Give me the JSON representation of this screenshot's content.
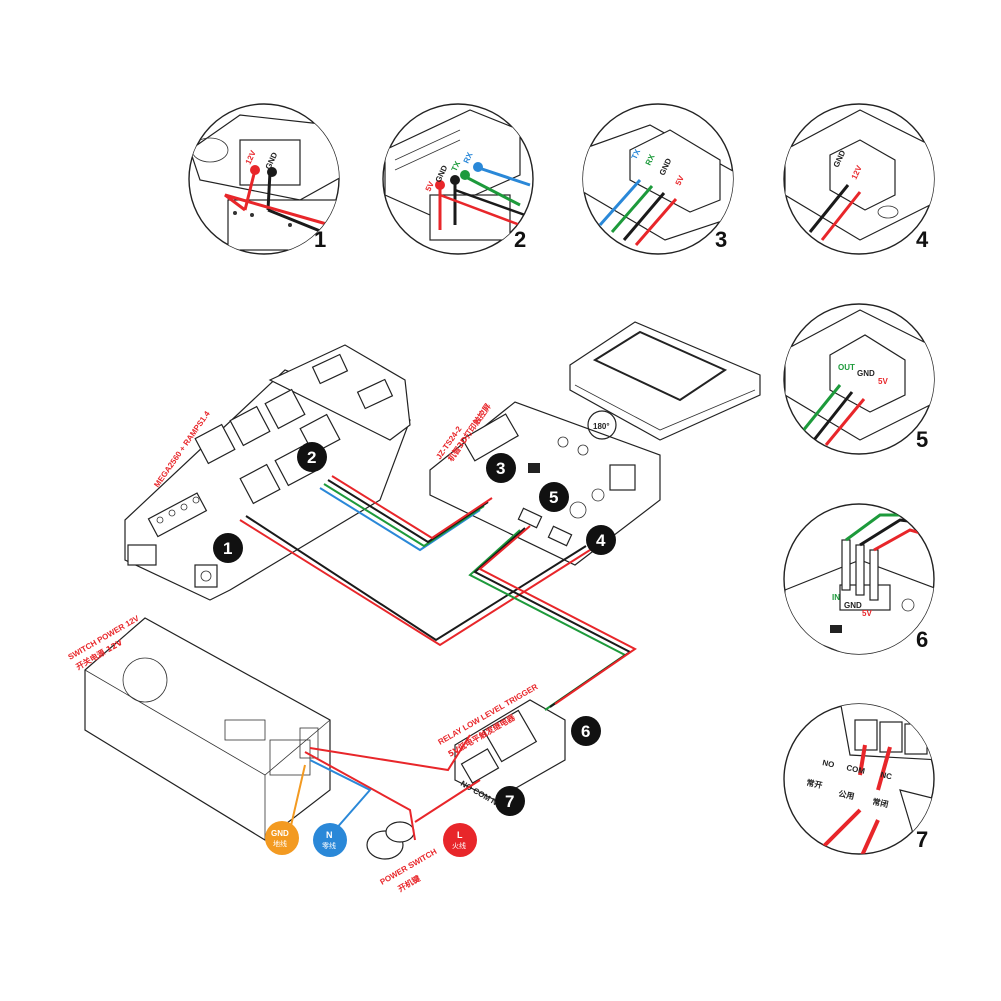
{
  "colors": {
    "red": "#e8262a",
    "black": "#1a1a1a",
    "blue": "#2a88d8",
    "green": "#1d9a3b",
    "orange": "#f39a21",
    "dark_badge": "#111111"
  },
  "insets": [
    {
      "number": "1",
      "pins": [
        "12V",
        "GND"
      ]
    },
    {
      "number": "2",
      "pins": [
        "5V",
        "GND",
        "TX",
        "RX"
      ]
    },
    {
      "number": "3",
      "pins": [
        "TX",
        "RX",
        "GND",
        "5V"
      ]
    },
    {
      "number": "4",
      "pins": [
        "GND",
        "12V"
      ]
    },
    {
      "number": "5",
      "pins": [
        "OUT",
        "GND",
        "5V"
      ]
    },
    {
      "number": "6",
      "pins": [
        "IN",
        "GND",
        "5V"
      ]
    },
    {
      "number": "7",
      "pins": [
        "NO",
        "COM",
        "NC"
      ],
      "chinese": [
        "常开",
        "公用",
        "常闭"
      ]
    }
  ],
  "main": {
    "board_label": "MEGA2560 + RAMPS1.4",
    "controller_label": "JZ-TS24-2",
    "controller_label_cn": "机智3D打印触控屏",
    "rotate_label": "180°",
    "psu_label": "SWITCH POWER 12V",
    "psu_label_cn": "开关电源 12V",
    "relay_label": "RELAY LOW LEVEL TRIGGER",
    "relay_label_cn": "5V低电平触发继电器",
    "relay_terminals": "NO COM NC",
    "power_switch_label": "POWER SWITCH",
    "power_switch_label_cn": "开机键",
    "badge_gnd": "GND",
    "badge_gnd_cn": "地线",
    "badge_n": "N",
    "badge_n_cn": "零线",
    "badge_l": "L",
    "badge_l_cn": "火线",
    "markers": [
      "1",
      "2",
      "3",
      "4",
      "5",
      "6",
      "7"
    ]
  }
}
